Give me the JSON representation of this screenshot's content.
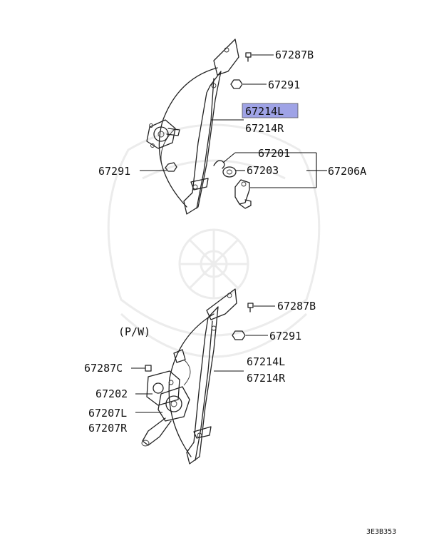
{
  "diagram": {
    "code": "3E3B353",
    "highlight_color": "#9fa3e6",
    "upper_group": {
      "labels": {
        "bolt_top": "67287B",
        "nut_top": "67291",
        "regulator_left": "67214L",
        "regulator_right": "67214R",
        "clip": "67201",
        "washer": "67203",
        "handle_assy": "67206A",
        "nut_left": "67291"
      }
    },
    "lower_group": {
      "note": "(P/W)",
      "labels": {
        "bolt_top": "67287B",
        "nut_top": "67291",
        "regulator_left": "67214L",
        "regulator_right": "67214R",
        "bolt_motor": "67287C",
        "motor_bracket": "67202",
        "motor_left": "67207L",
        "motor_right": "67207R"
      }
    }
  }
}
